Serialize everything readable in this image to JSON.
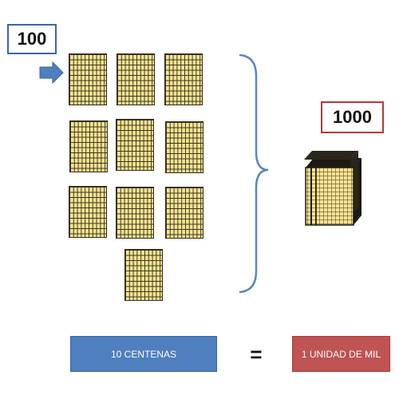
{
  "labels": {
    "hundred": "100",
    "thousand": "1000"
  },
  "plates": {
    "count": 10,
    "grid": "10x10",
    "color": "#f7e48e"
  },
  "equation": {
    "left": "10 CENTENAS",
    "operator": "=",
    "right": "1 UNIDAD DE MIL"
  },
  "colors": {
    "blue": "#4f7fbf",
    "red": "#c05353",
    "brace": "#5b86c2"
  }
}
